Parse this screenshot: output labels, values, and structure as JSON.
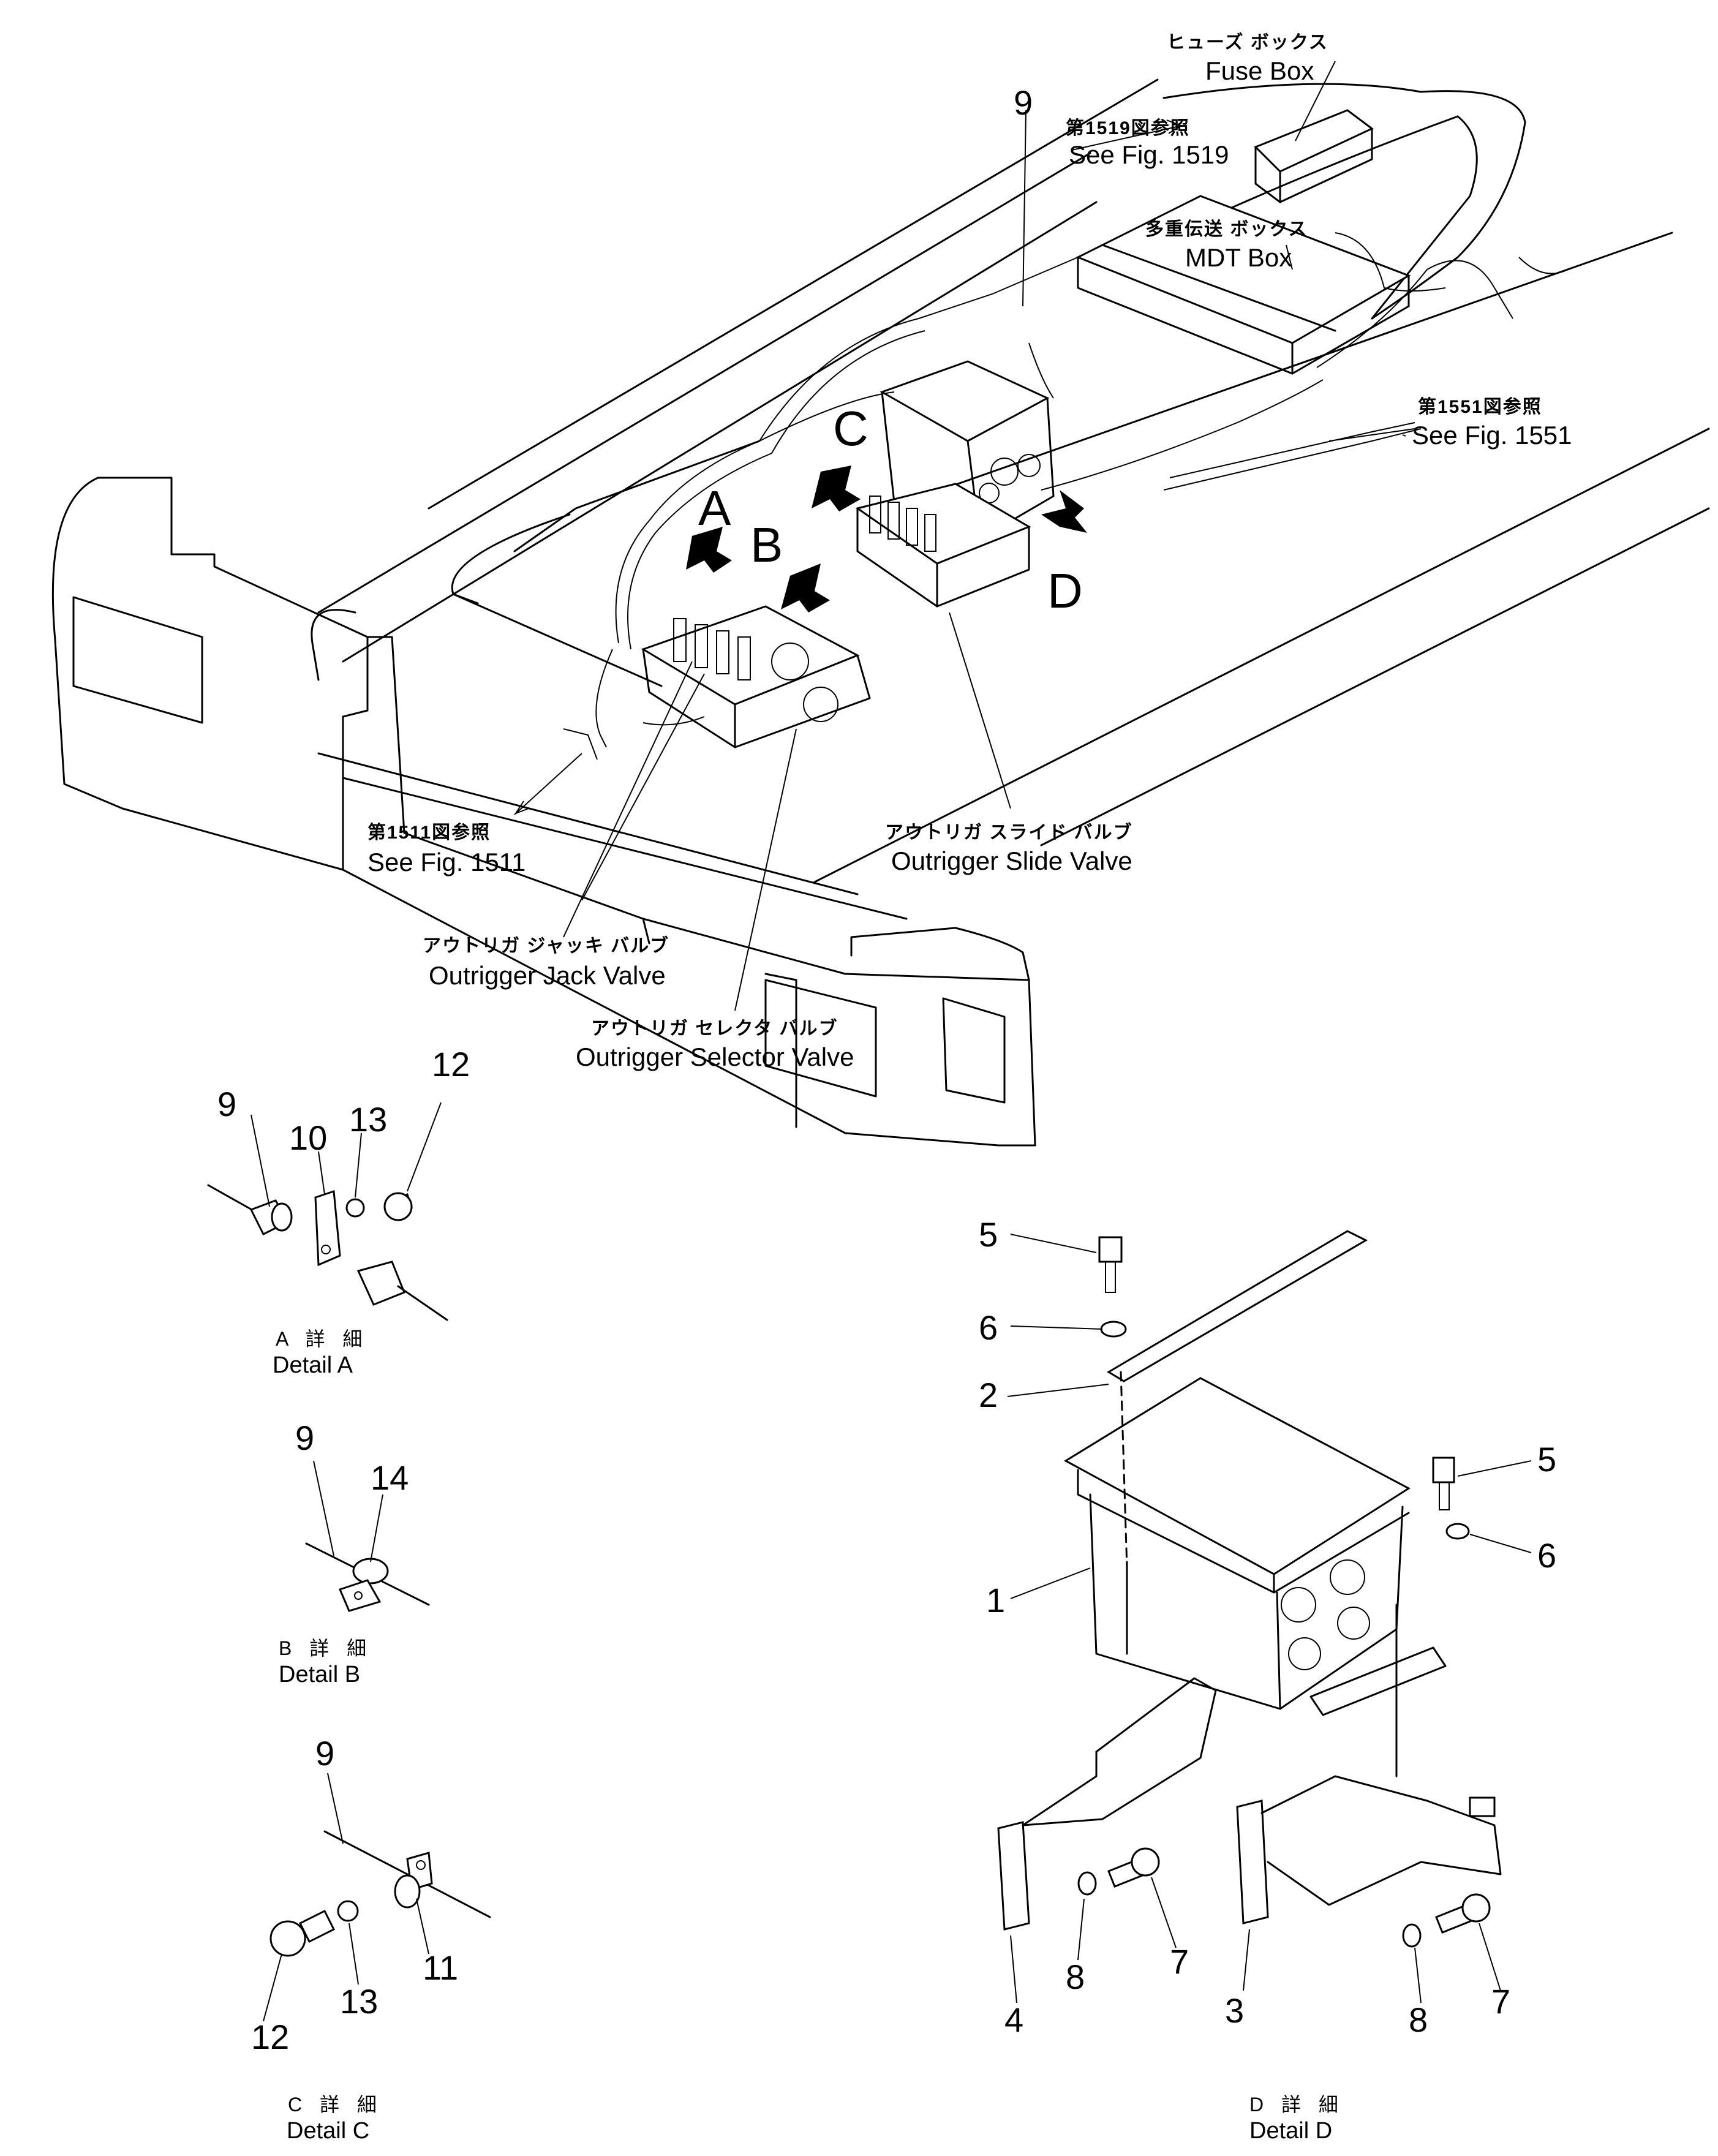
{
  "callouts": {
    "fuse_box_jp": "ヒューズ ボックス",
    "fuse_box_en": "Fuse Box",
    "fig1519_jp": "第1519図参照",
    "fig1519_en": "See Fig. 1519",
    "mdt_box_jp": "多重伝送 ボックス",
    "mdt_box_en": "MDT Box",
    "fig1551_jp": "第1551図参照",
    "fig1551_en": "See Fig. 1551",
    "fig1511_jp": "第1511図参照",
    "fig1511_en": "See Fig. 1511",
    "slide_valve_jp": "アウトリガ スライド バルブ",
    "slide_valve_en": "Outrigger Slide Valve",
    "jack_valve_jp": "アウトリガ ジャッキ バルブ",
    "jack_valve_en": "Outrigger Jack Valve",
    "selector_valve_jp": "アウトリガ セレクタ バルブ",
    "selector_valve_en": "Outrigger Selector Valve"
  },
  "view_letters": {
    "a": "A",
    "b": "B",
    "c": "C",
    "d": "D"
  },
  "part_numbers": {
    "main_9": "9",
    "detA_9": "9",
    "detA_10": "10",
    "detA_13": "13",
    "detA_12": "12",
    "detB_9": "9",
    "detB_14": "14",
    "detC_9": "9",
    "detC_11": "11",
    "detC_13": "13",
    "detC_12": "12",
    "detD_5a": "5",
    "detD_6a": "6",
    "detD_2": "2",
    "detD_5b": "5",
    "detD_6b": "6",
    "detD_1": "1",
    "detD_4": "4",
    "detD_8a": "8",
    "detD_7a": "7",
    "detD_3": "3",
    "detD_8b": "8",
    "detD_7b": "7"
  },
  "details": {
    "a_jp": "A 詳 細",
    "a_en": "Detail A",
    "b_jp": "B 詳 細",
    "b_en": "Detail B",
    "c_jp": "C 詳 細",
    "c_en": "Detail C",
    "d_jp": "D 詳 細",
    "d_en": "Detail D"
  }
}
